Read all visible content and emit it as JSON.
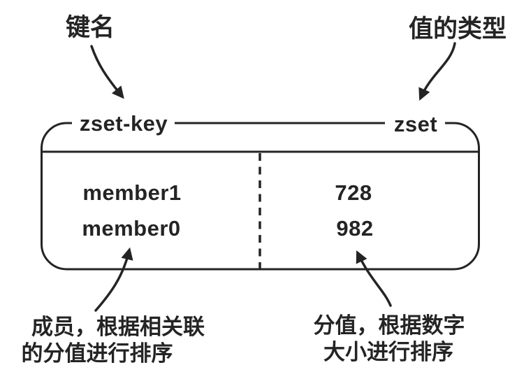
{
  "figure": {
    "callouts": {
      "key_name": "键名",
      "value_type": "值的类型"
    },
    "box": {
      "key": "zset-key",
      "type": "zset",
      "rows": [
        {
          "member": "member1",
          "score": "728"
        },
        {
          "member": "member0",
          "score": "982"
        }
      ]
    },
    "annotations": {
      "member_line1": "成员，根据相关联",
      "member_line2": "的分值进行排序",
      "score_line1": "分值，根据数字",
      "score_line2": "大小进行排序"
    },
    "colors": {
      "ink": "#242424",
      "background": "#ffffff"
    }
  }
}
